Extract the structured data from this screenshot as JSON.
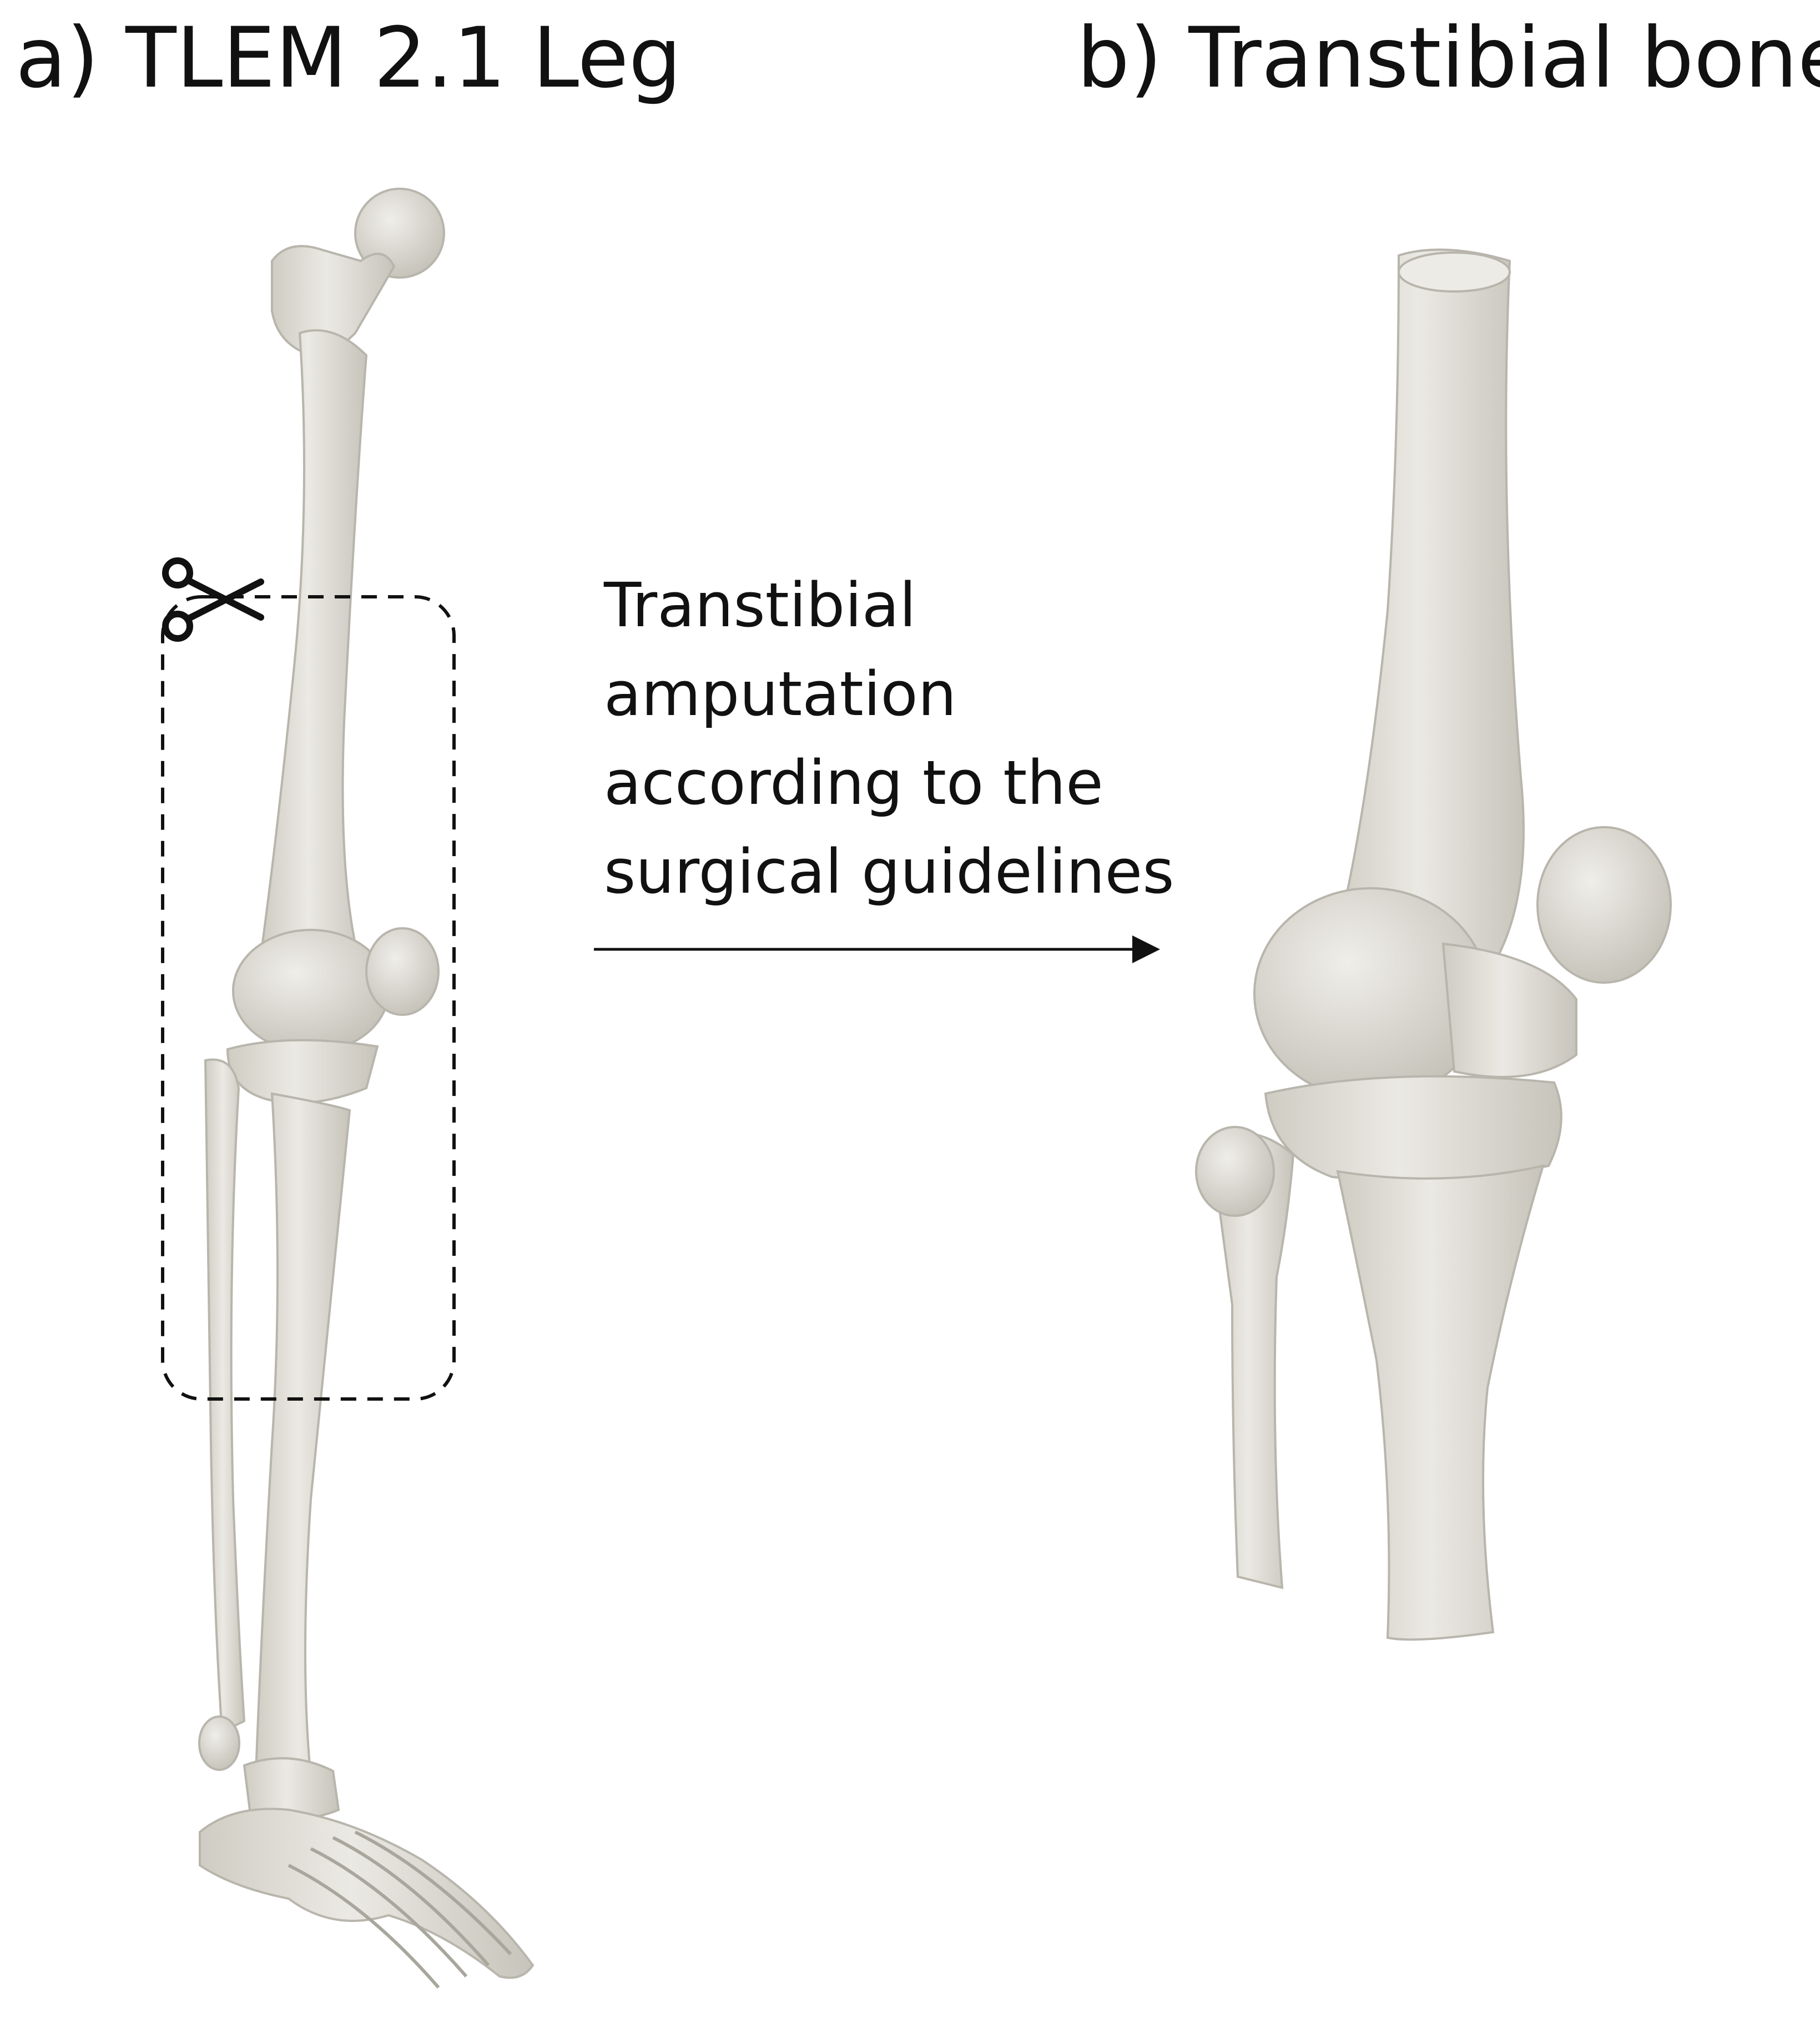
{
  "panel_a": {
    "title": "a) TLEM 2.1 Leg"
  },
  "panel_b": {
    "title": "b) Transtibial bones"
  },
  "caption": {
    "lines": [
      "Transtibial",
      "amputation",
      "according to the",
      "surgical guidelines"
    ]
  },
  "icons": {
    "cut": "scissors-icon"
  },
  "colors": {
    "bone": "#e3e1da",
    "bone_shadow": "#c9c6bd",
    "ink": "#111111",
    "background": "#ffffff"
  }
}
